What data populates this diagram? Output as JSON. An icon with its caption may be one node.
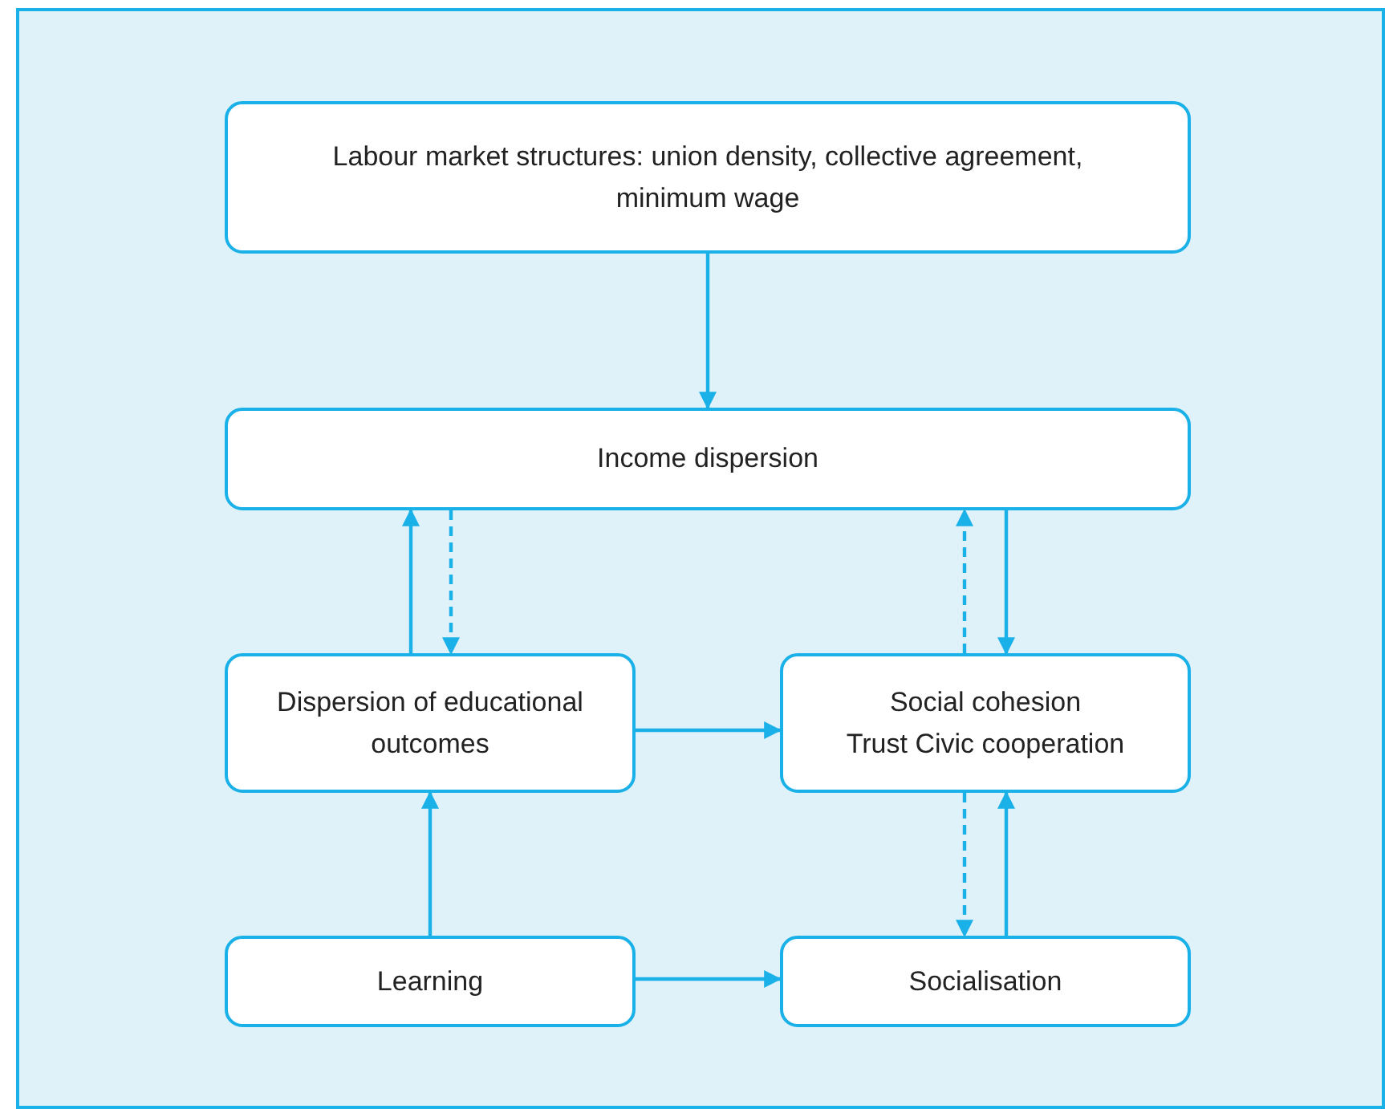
{
  "diagram": {
    "nodes": [
      {
        "text": [
          "Labour market structures: union density, collective agreement, minimum wage"
        ]
      },
      {
        "text": [
          "Income dispersion"
        ]
      },
      {
        "text": [
          "Dispersion of educational outcomes"
        ]
      },
      {
        "text": [
          "Social cohesion",
          "Trust Civic cooperation"
        ]
      },
      {
        "text": [
          "Learning"
        ]
      },
      {
        "text": [
          "Socialisation"
        ]
      }
    ],
    "edges": [
      {
        "from": 0,
        "to": 1,
        "arrow": "to"
      },
      {
        "from": 2,
        "to": 1,
        "arrow": "to"
      },
      {
        "from": 1,
        "to": 2,
        "arrow": "to",
        "style": "dashed"
      },
      {
        "from": 3,
        "to": 1,
        "arrow": "to",
        "style": "dashed"
      },
      {
        "from": 1,
        "to": 3,
        "arrow": "to"
      },
      {
        "from": 2,
        "to": 3,
        "arrow": "to"
      },
      {
        "from": 4,
        "to": 2,
        "arrow": "to"
      },
      {
        "from": 4,
        "to": 5,
        "arrow": "to"
      },
      {
        "from": 3,
        "to": 5,
        "arrow": "to",
        "style": "dashed"
      },
      {
        "from": 5,
        "to": 3,
        "arrow": "to"
      }
    ]
  }
}
